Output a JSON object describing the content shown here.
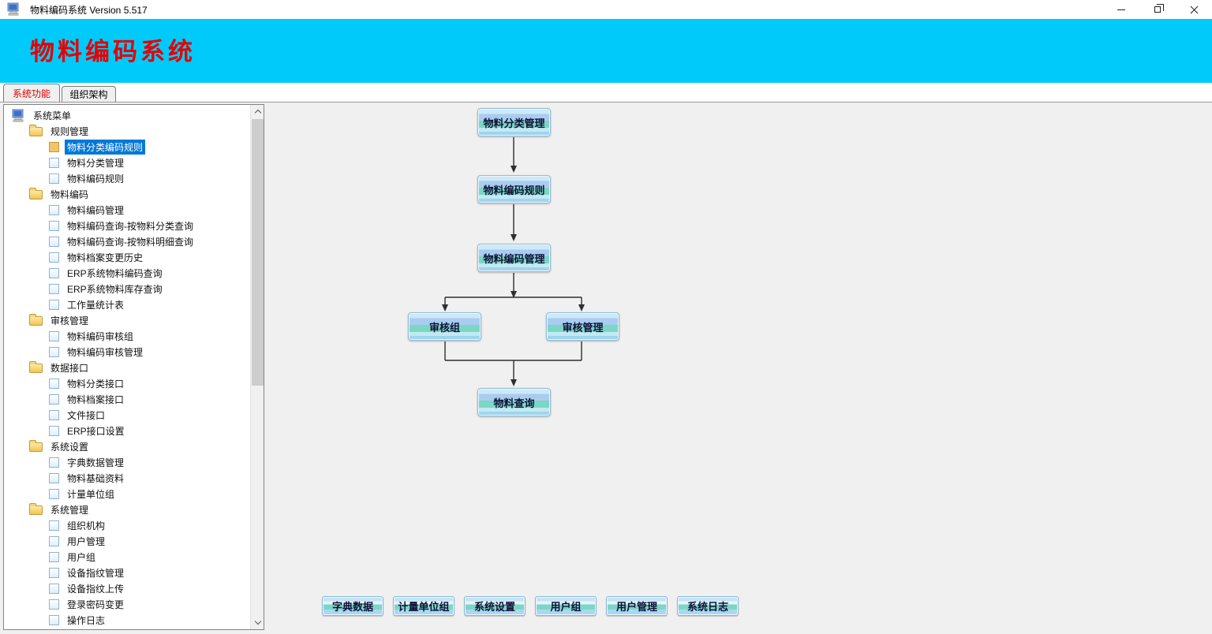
{
  "window": {
    "title": "物料编码系统 Version 5.517",
    "icons": {
      "app": "computer-icon",
      "minimize": "minimize-icon",
      "restore": "restore-icon",
      "close": "close-icon"
    }
  },
  "banner": {
    "title": "物料编码系统",
    "bg_color": "#00cafa",
    "text_color": "#e60000"
  },
  "tabs": [
    {
      "label": "系统功能",
      "active": true
    },
    {
      "label": "组织架构",
      "active": false
    }
  ],
  "tree": {
    "root_label": "系统菜单",
    "nodes": [
      {
        "type": "folder",
        "label": "规则管理"
      },
      {
        "type": "item",
        "label": "物料分类编码规则",
        "selected": true
      },
      {
        "type": "item",
        "label": "物料分类管理"
      },
      {
        "type": "item",
        "label": "物料编码规则"
      },
      {
        "type": "folder",
        "label": "物料编码"
      },
      {
        "type": "item",
        "label": "物料编码管理"
      },
      {
        "type": "item",
        "label": "物料编码查询-按物料分类查询"
      },
      {
        "type": "item",
        "label": "物料编码查询-按物料明细查询"
      },
      {
        "type": "item",
        "label": "物料档案变更历史"
      },
      {
        "type": "item",
        "label": "ERP系统物料编码查询"
      },
      {
        "type": "item",
        "label": "ERP系统物料库存查询"
      },
      {
        "type": "item",
        "label": "工作量统计表"
      },
      {
        "type": "folder",
        "label": "审核管理"
      },
      {
        "type": "item",
        "label": "物料编码审核组"
      },
      {
        "type": "item",
        "label": "物料编码审核管理"
      },
      {
        "type": "folder",
        "label": "数据接口"
      },
      {
        "type": "item",
        "label": "物料分类接口"
      },
      {
        "type": "item",
        "label": "物料档案接口"
      },
      {
        "type": "item",
        "label": "文件接口"
      },
      {
        "type": "item",
        "label": "ERP接口设置"
      },
      {
        "type": "folder",
        "label": "系统设置"
      },
      {
        "type": "item",
        "label": "字典数据管理"
      },
      {
        "type": "item",
        "label": "物料基础资料"
      },
      {
        "type": "item",
        "label": "计量单位组"
      },
      {
        "type": "folder",
        "label": "系统管理"
      },
      {
        "type": "item",
        "label": "组织机构"
      },
      {
        "type": "item",
        "label": "用户管理"
      },
      {
        "type": "item",
        "label": "用户组"
      },
      {
        "type": "item",
        "label": "设备指纹管理"
      },
      {
        "type": "item",
        "label": "设备指纹上传"
      },
      {
        "type": "item",
        "label": "登录密码变更"
      },
      {
        "type": "item",
        "label": "操作日志"
      }
    ]
  },
  "flowchart": {
    "nodes": [
      {
        "label": "物料分类管理"
      },
      {
        "label": "物料编码规则"
      },
      {
        "label": "物料编码管理"
      },
      {
        "label": "审核组"
      },
      {
        "label": "审核管理"
      },
      {
        "label": "物料查询"
      }
    ],
    "edges": [
      {
        "from": "物料分类管理",
        "to": "物料编码规则"
      },
      {
        "from": "物料编码规则",
        "to": "物料编码管理"
      },
      {
        "from": "物料编码管理",
        "to": "审核组"
      },
      {
        "from": "物料编码管理",
        "to": "审核管理"
      },
      {
        "from": "审核组",
        "to": "物料查询"
      },
      {
        "from": "审核管理",
        "to": "物料查询"
      }
    ]
  },
  "bottom_buttons": [
    {
      "label": "字典数据"
    },
    {
      "label": "计量单位组"
    },
    {
      "label": "系统设置"
    },
    {
      "label": "用户组"
    },
    {
      "label": "用户管理"
    },
    {
      "label": "系统日志"
    }
  ],
  "colors": {
    "selection_bg": "#0078d7",
    "button_teal_stripe": "#7cd6c4",
    "button_blue_stripe": "#a9cdf0",
    "active_tab_text": "#e00000"
  }
}
